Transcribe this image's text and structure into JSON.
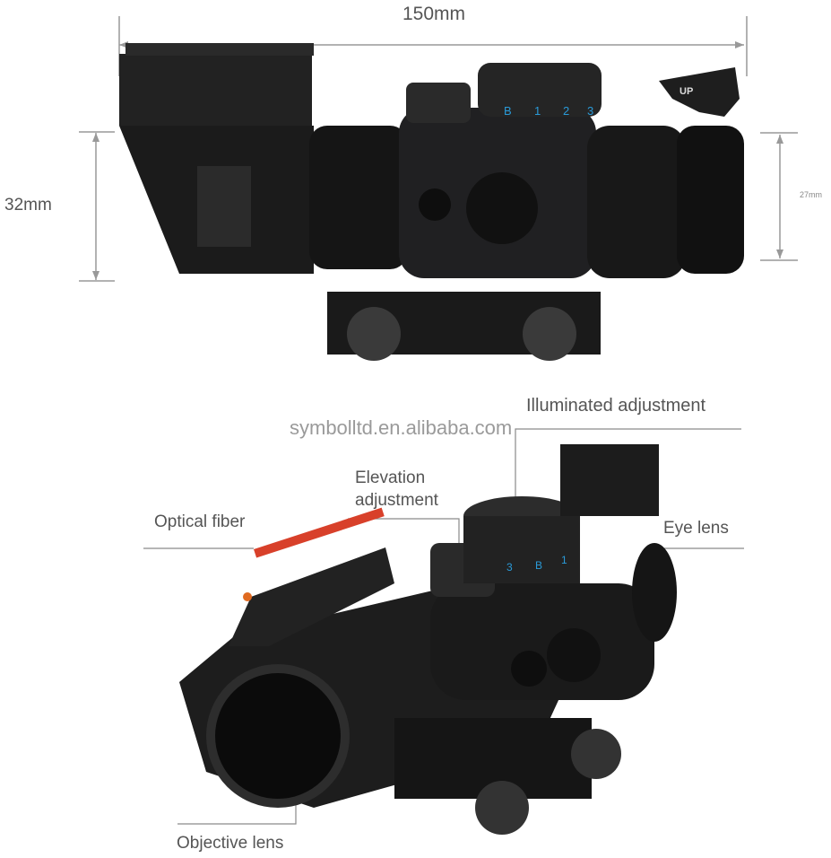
{
  "dimensions": {
    "length": "150mm",
    "height": "32mm",
    "eyepiece": "27mm"
  },
  "dial_top": {
    "marks": [
      "B",
      "1",
      "2",
      "3"
    ]
  },
  "dial_bottom": {
    "marks": [
      "3",
      "B",
      "1"
    ]
  },
  "windage_label": "UP",
  "callouts": {
    "illuminated": "Illuminated adjustment",
    "elevation_line1": "Elevation",
    "elevation_line2": "adjustment",
    "optical_fiber": "Optical fiber",
    "eye_lens": "Eye lens",
    "objective_lens": "Objective lens"
  },
  "watermark": "symbolltd.en.alibaba.com",
  "colors": {
    "body": "#1c1c1e",
    "line": "#8a8a8a",
    "text": "#555555",
    "fiber": "#d8402a",
    "dial_mark": "#2a9ad8"
  }
}
